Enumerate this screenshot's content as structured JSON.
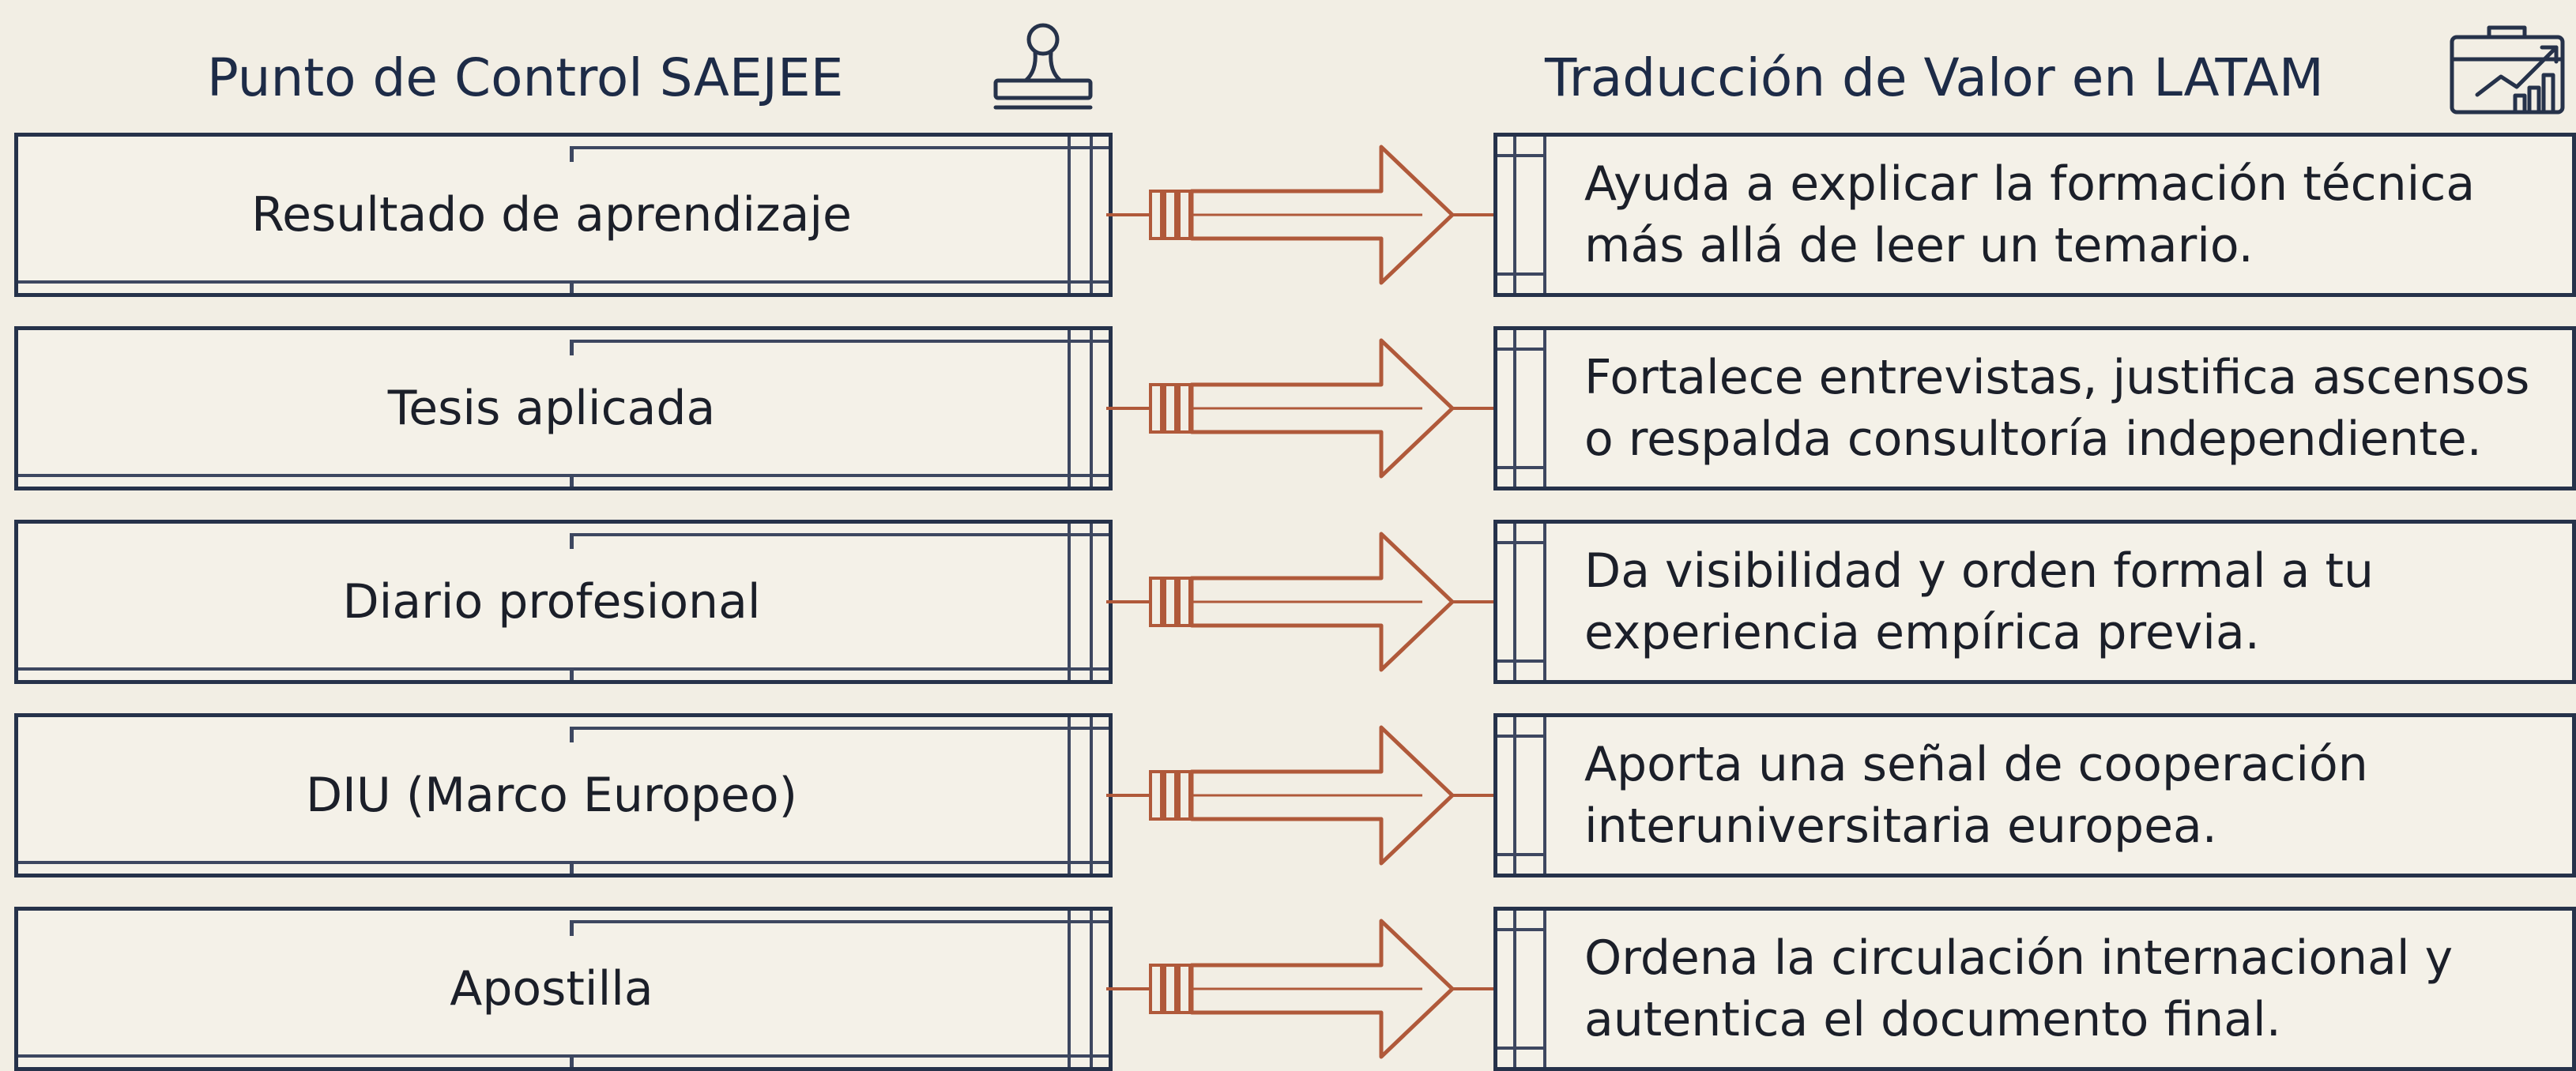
{
  "headers": {
    "left": "Punto de Control SAEJEE",
    "left_icon": "stamp-icon",
    "right": "Traducción de Valor en LATAM",
    "right_icon": "briefcase-growth-chart-icon"
  },
  "colors": {
    "background": "#f2eee4",
    "box_border": "#26324a",
    "arrow": "#b0593a",
    "heading": "#1d2b47"
  },
  "rows": [
    {
      "checkpoint": "Resultado de aprendizaje",
      "value_lines": [
        "Ayuda a explicar la formación técnica",
        "más allá de leer un temario."
      ]
    },
    {
      "checkpoint": "Tesis aplicada",
      "value_lines": [
        "Fortalece entrevistas, justifica ascensos",
        "o respalda consultoría independiente."
      ]
    },
    {
      "checkpoint": "Diario profesional",
      "value_lines": [
        "Da visibilidad y orden formal a tu",
        "experiencia empírica previa."
      ]
    },
    {
      "checkpoint": "DIU (Marco Europeo)",
      "value_lines": [
        "Aporta una señal de cooperación",
        "interuniversitaria europea."
      ]
    },
    {
      "checkpoint": "Apostilla",
      "value_lines": [
        "Ordena la circulación internacional y",
        "autentica el documento final."
      ]
    }
  ]
}
